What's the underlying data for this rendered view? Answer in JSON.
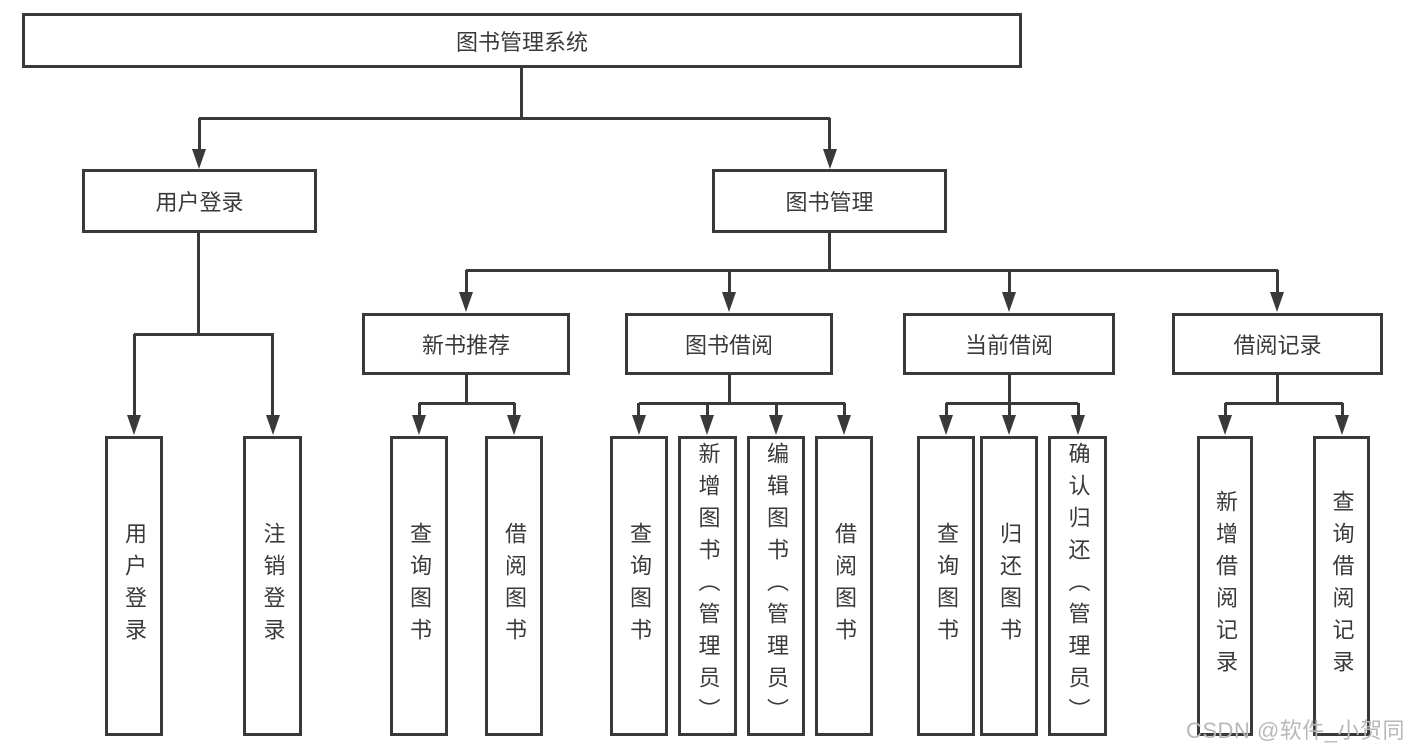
{
  "diagram": {
    "title": "图书管理系统",
    "children": [
      {
        "label": "用户登录",
        "children": [
          {
            "label": "用户登录"
          },
          {
            "label": "注销登录"
          }
        ]
      },
      {
        "label": "图书管理",
        "children": [
          {
            "label": "新书推荐",
            "children": [
              {
                "label": "查询图书"
              },
              {
                "label": "借阅图书"
              }
            ]
          },
          {
            "label": "图书借阅",
            "children": [
              {
                "label": "查询图书"
              },
              {
                "label": "新增图书（管理员）"
              },
              {
                "label": "编辑图书（管理员）"
              },
              {
                "label": "借阅图书"
              }
            ]
          },
          {
            "label": "当前借阅",
            "children": [
              {
                "label": "查询图书"
              },
              {
                "label": "归还图书"
              },
              {
                "label": "确认归还（管理员）"
              }
            ]
          },
          {
            "label": "借阅记录",
            "children": [
              {
                "label": "新增借阅记录"
              },
              {
                "label": "查询借阅记录"
              }
            ]
          }
        ]
      }
    ]
  },
  "watermark": {
    "text": "CSDN @软件_小贺同学"
  },
  "colors": {
    "line": "#39393b",
    "text": "#3a3a3a",
    "watermark": "#b6b9bc",
    "background": "#ffffff"
  }
}
